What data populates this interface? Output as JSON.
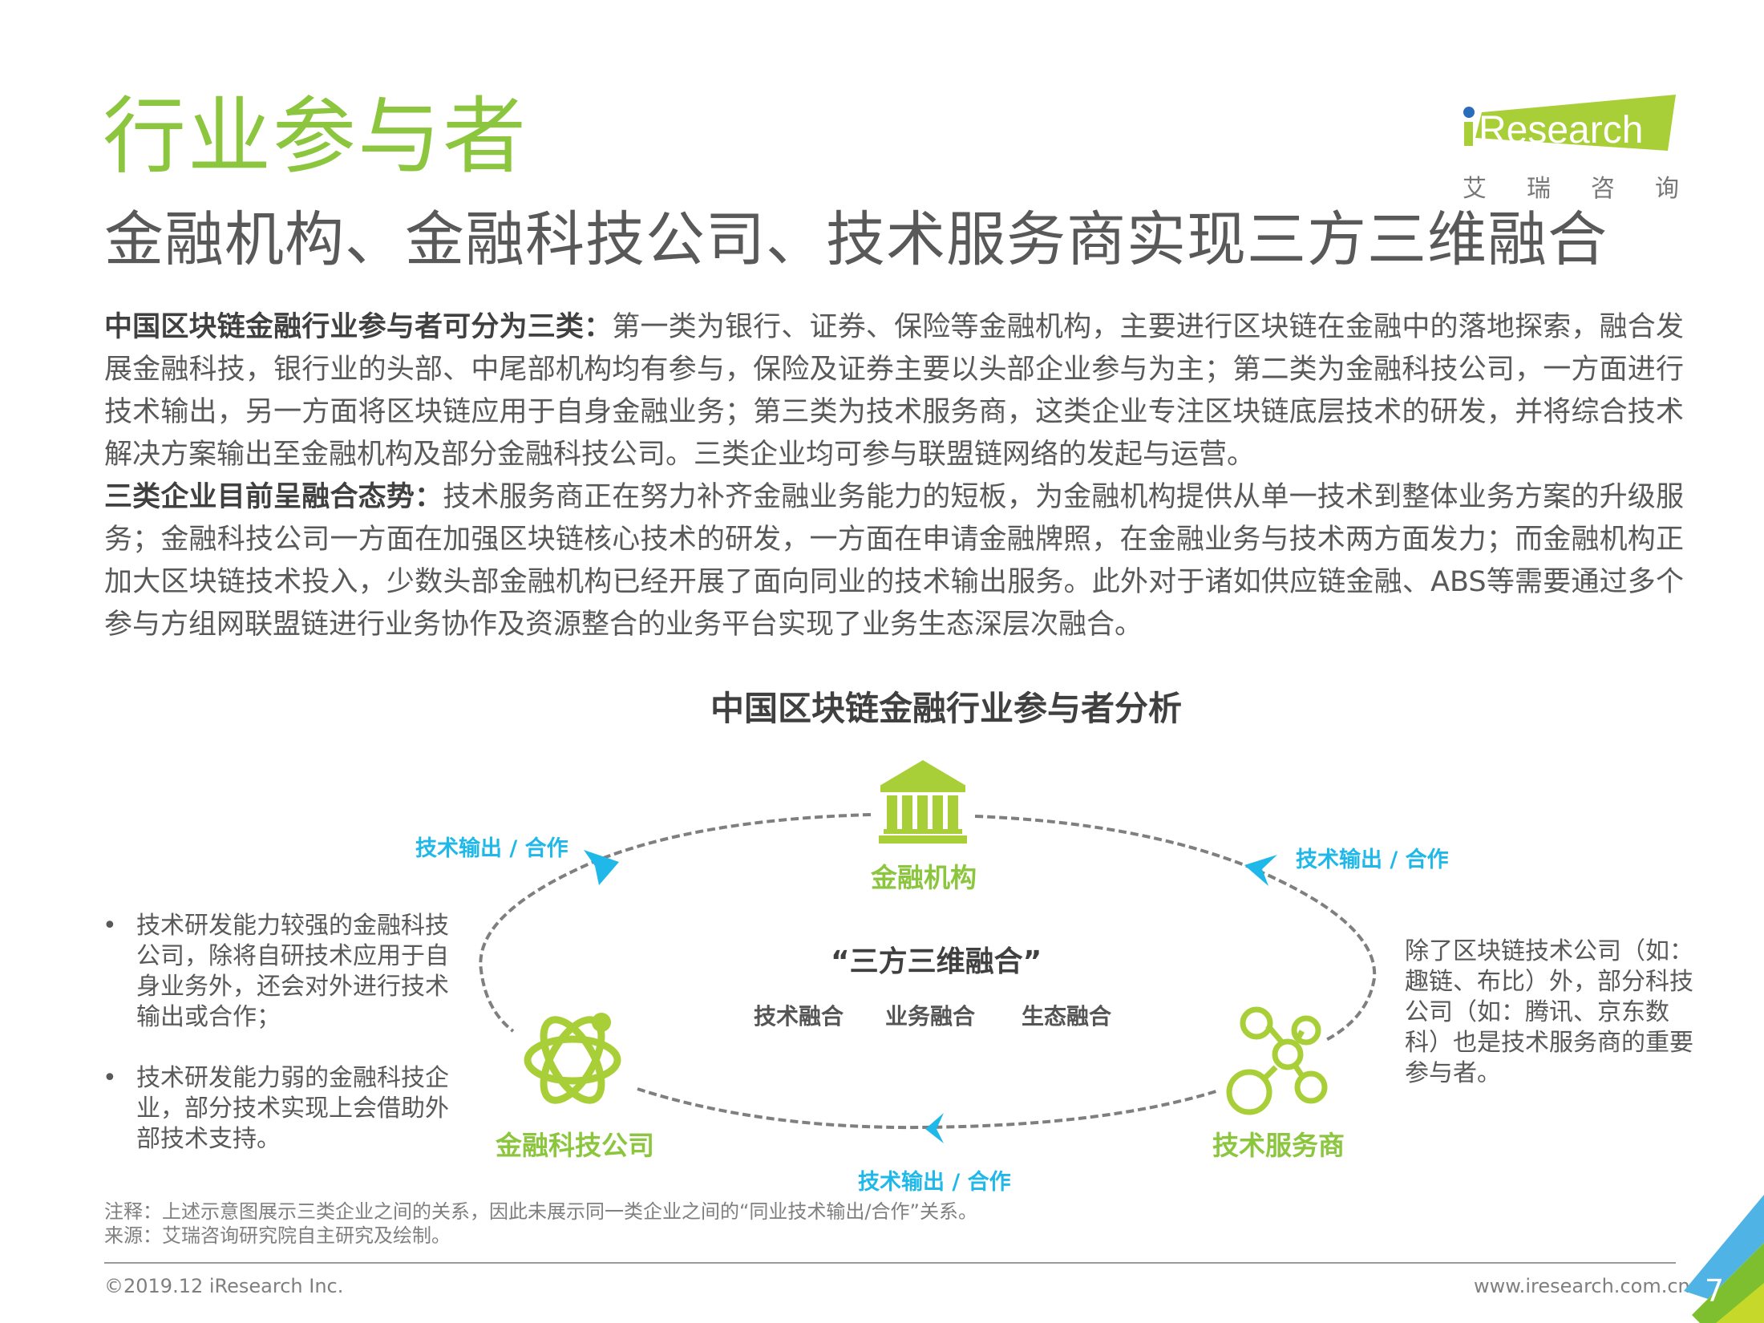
{
  "header": {
    "title": "行业参与者",
    "subtitle": "金融机构、金融科技公司、技术服务商实现三方三维融合"
  },
  "logo": {
    "brand": "iResearch",
    "chinese_chars": [
      "艾",
      "瑞",
      "咨",
      "询"
    ],
    "brand_bg_color": "#a9cf38",
    "dot_color": "#2a6ebb"
  },
  "body": {
    "para1_bold": "中国区块链金融行业参与者可分为三类：",
    "para1_text": "第一类为银行、证券、保险等金融机构，主要进行区块链在金融中的落地探索，融合发展金融科技，银行业的头部、中尾部机构均有参与，保险及证券主要以头部企业参与为主；第二类为金融科技公司，一方面进行技术输出，另一方面将区块链应用于自身金融业务；第三类为技术服务商，这类企业专注区块链底层技术的研发，并将综合技术解决方案输出至金融机构及部分金融科技公司。三类企业均可参与联盟链网络的发起与运营。",
    "para2_bold": "三类企业目前呈融合态势：",
    "para2_text": "技术服务商正在努力补齐金融业务能力的短板，为金融机构提供从单一技术到整体业务方案的升级服务；金融科技公司一方面在加强区块链核心技术的研发，一方面在申请金融牌照，在金融业务与技术两方面发力；而金融机构正加大区块链技术投入，少数头部金融机构已经开展了面向同业的技术输出服务。此外对于诸如供应链金融、ABS等需要通过多个参与方组网联盟链进行业务协作及资源整合的业务平台实现了业务生态深层次融合。"
  },
  "diagram": {
    "title": "中国区块链金融行业参与者分析",
    "center_title": "“三方三维融合”",
    "center_items": [
      "技术融合",
      "业务融合",
      "生态融合"
    ],
    "nodes": {
      "top": {
        "label": "金融机构",
        "icon": "bank-icon"
      },
      "left": {
        "label": "金融科技公司",
        "icon": "atom-icon"
      },
      "right": {
        "label": "技术服务商",
        "icon": "network-icon"
      }
    },
    "flows": {
      "top_left": "技术输出 / 合作",
      "top_right": "技术输出 / 合作",
      "bottom": "技术输出 / 合作"
    },
    "colors": {
      "node": "#a9cf38",
      "arrow": "#1fb8e8",
      "dash": "#7f7f7f"
    },
    "left_bullets": [
      "技术研发能力较强的金融科技公司，除将自研技术应用于自身业务外，还会对外进行技术输出或合作；",
      "技术研发能力弱的金融科技企业，部分技术实现上会借助外部技术支持。"
    ],
    "bullet_symbol": "•",
    "right_note": "除了区块链技术公司（如：趣链、布比）外，部分科技公司（如：腾讯、京东数科）也是技术服务商的重要参与者。"
  },
  "footnote": {
    "note": "注释：上述示意图展示三类企业之间的关系，因此未展示同一类企业之间的“同业技术输出/合作”关系。",
    "source": "来源：艾瑞咨询研究院自主研究及绘制。"
  },
  "footer": {
    "copyright": "©2019.12 iResearch Inc.",
    "website": "www.iresearch.com.cn",
    "page_number": "7"
  }
}
